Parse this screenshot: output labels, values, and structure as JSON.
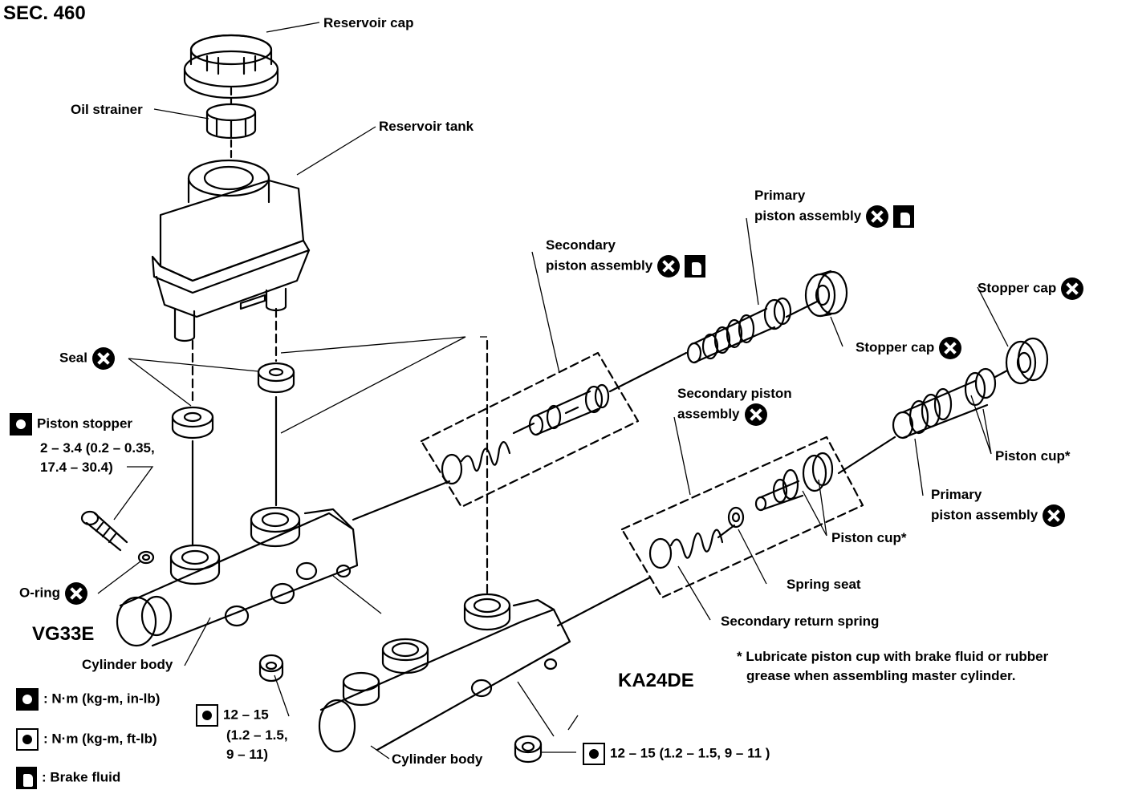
{
  "section": "SEC. 460",
  "labels": {
    "reservoir_cap": "Reservoir cap",
    "oil_strainer": "Oil strainer",
    "reservoir_tank": "Reservoir tank",
    "seal": "Seal",
    "piston_stopper_title": "Piston stopper",
    "piston_stopper_l1": "2 – 3.4 (0.2 – 0.35,",
    "piston_stopper_l2": "17.4 – 30.4)",
    "o_ring": "O-ring",
    "vg_model": "VG33E",
    "cylinder_body_left": "Cylinder body",
    "primary_l1": "Primary",
    "primary_l2": "piston assembly",
    "secondary_l1": "Secondary",
    "secondary_l2": "piston assembly",
    "stopper_cap_mid": "Stopper cap",
    "stopper_cap_right": "Stopper cap",
    "secondary_ka_l1": "Secondary piston",
    "secondary_ka_l2": "assembly",
    "piston_cup_right": "Piston cup*",
    "primary_ka_l1": "Primary",
    "primary_ka_l2": "piston assembly",
    "piston_cup_mid": "Piston cup*",
    "spring_seat": "Spring seat",
    "secondary_return_spring": "Secondary return spring",
    "note_l1": "* Lubricate piston cup with brake fluid or rubber",
    "note_l2": "grease when assembling master cylinder.",
    "ka_model": "KA24DE",
    "torque_left_l1": "12 – 15",
    "torque_left_l2": "(1.2 – 1.5,",
    "torque_left_l3": "9 – 11)",
    "torque_right": "12 – 15 (1.2 – 1.5, 9 – 11 )",
    "cylinder_body_right": "Cylinder body"
  },
  "legend": {
    "nm_in": ": N·m (kg-m, in-lb)",
    "nm_ft": ": N·m (kg-m, ft-lb)",
    "brake_fluid": ": Brake fluid"
  },
  "icons": {
    "do_not_reuse": "x-circle-icon",
    "brake_fluid": "brake-fluid-icon",
    "torque_in_lb": "torque-in-lb-icon",
    "torque_ft_lb": "torque-ft-lb-icon"
  }
}
